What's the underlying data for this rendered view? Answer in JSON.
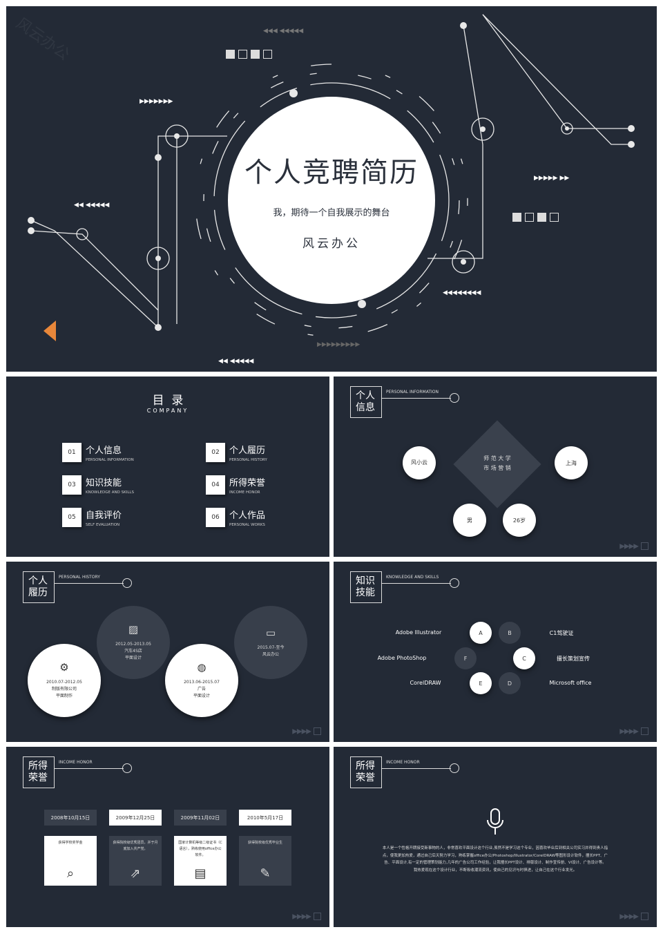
{
  "watermark": "风云办公",
  "cover": {
    "title": "个人竞聘简历",
    "subtitle": "我，期待一个自我展示的舞台",
    "brand": "风云办公",
    "arrows_a": "◀◀◀ ◀◀◀◀◀",
    "arrows_b": "▶▶▶▶▶▶▶",
    "arrows_c": "◀◀ ◀◀◀◀◀",
    "arrows_d": "▶▶▶▶▶ ▶▶",
    "arrows_e": "◀◀◀◀◀◀◀◀",
    "arrows_f": "▶▶▶▶▶▶▶▶▶",
    "arrows_g": "◀◀ ◀◀◀◀◀",
    "speaker_color": "#e8873a"
  },
  "toc": {
    "title": "目  录",
    "subtitle": "COMPANY",
    "items": [
      {
        "num": "01",
        "title": "个人信息",
        "en": "PERSONAL INFORMATION"
      },
      {
        "num": "02",
        "title": "个人履历",
        "en": "PERSONAL HISTORY"
      },
      {
        "num": "03",
        "title": "知识技能",
        "en": "KNOWLEDGE AND SKILLS"
      },
      {
        "num": "04",
        "title": "所得荣誉",
        "en": "INCOME HONOR"
      },
      {
        "num": "05",
        "title": "自我评价",
        "en": "SELF EVALUATION"
      },
      {
        "num": "06",
        "title": "个人作品",
        "en": "PERSONAL WORKS"
      }
    ]
  },
  "footer": "▶▶▶▶",
  "info": {
    "h1": "个人",
    "h2": "信息",
    "en": "PERSONAL INFORMATION",
    "name": "风小云",
    "school": "师 范 大 学",
    "major": "市 场 营 销",
    "city": "上海",
    "gender": "男",
    "age": "26岁"
  },
  "history": {
    "h1": "个人",
    "h2": "履历",
    "en": "PERSONAL HISTORY",
    "items": [
      {
        "date": "2010.07-2012.05",
        "org": "制版有限公司",
        "role": "平面制作"
      },
      {
        "date": "2012.05-2013.05",
        "org": "汽车4S店",
        "role": "平面设计"
      },
      {
        "date": "2013.06-2015.07",
        "org": "广告",
        "role": "平面设计"
      },
      {
        "date": "2015.07-至今",
        "org": "风云办公",
        "role": ""
      }
    ]
  },
  "skills": {
    "h1": "知识",
    "h2": "技能",
    "en": "KNOWLEDGE AND SKILLS",
    "left": [
      "Adobe Illustrator",
      "Adobe PhotoShop",
      "CorelDRAW"
    ],
    "right": [
      "C1驾驶证",
      "擅长策划宣传",
      "Microsoft office"
    ],
    "letters": [
      "A",
      "B",
      "F",
      "C",
      "E",
      "D"
    ]
  },
  "honor": {
    "h1": "所得",
    "h2": "荣誉",
    "en": "INCOME HONOR",
    "items": [
      {
        "date": "2008年10月15日",
        "text": "获得学校奖学金"
      },
      {
        "date": "2009年12月25日",
        "text": "获得院校级优秀团员，并于月底加入共产党。"
      },
      {
        "date": "2009年11月02日",
        "text": "国家计算机等级二级证书（C语言），熟练使用office办公软件。"
      },
      {
        "date": "2010年5月17日",
        "text": "获得院校级优秀毕业生"
      }
    ]
  },
  "eval": {
    "h1": "所得",
    "h2": "荣誉",
    "en": "INCOME HONOR",
    "p1": "本人是一个性格开朗接受新事物的人，非常喜欢平面设计这个行业,虽然不是学习这个专业，因喜欢毕业后到相关公司实习并得到贵人指点，使我更加热爱，通过自己后天努力学习，熟练掌握office办公/Photoshop/Illustrator/CorelDRAW等图形设计软件，擅长PPT、广告、平面设计,有一定的管理策划能力,几年的广告公司工作经验，让我擅长PPT设计、排版设计、制作宣传册、VI设计、广告设计等。",
    "p2": "我热爱现在这个设计行业，不断吸收潮流资讯，使自己的见识与时俱进，让自己在这个行业发光。"
  }
}
